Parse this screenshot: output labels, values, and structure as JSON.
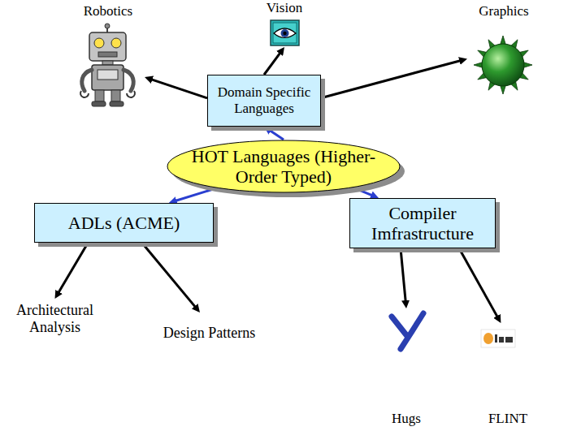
{
  "diagram": {
    "nodes": [
      {
        "text": [
          "Robotics"
        ]
      },
      {
        "text": [
          "Vision"
        ]
      },
      {
        "text": [
          "Graphics"
        ]
      },
      {
        "text": [
          "Domain Specific Languages"
        ]
      },
      {
        "text": [
          "HOT Languages (Higher-Order Typed)"
        ]
      },
      {
        "text": [
          "ADLs (ACME)"
        ]
      },
      {
        "text": [
          "Compiler Imfrastructure"
        ]
      },
      {
        "text": [
          "Architectural Analysis"
        ]
      },
      {
        "text": [
          "Design Patterns"
        ]
      },
      {
        "text": [
          "Hugs"
        ]
      },
      {
        "text": [
          "FLINT"
        ]
      }
    ],
    "edges": [
      {
        "from": 4,
        "to": 3,
        "arrow": "to"
      },
      {
        "from": 4,
        "to": 5,
        "arrow": "to"
      },
      {
        "from": 4,
        "to": 6,
        "arrow": "to"
      },
      {
        "from": 3,
        "to": 0,
        "arrow": "to"
      },
      {
        "from": 3,
        "to": 1,
        "arrow": "to"
      },
      {
        "from": 3,
        "to": 2,
        "arrow": "to"
      },
      {
        "from": 5,
        "to": 7,
        "arrow": "to"
      },
      {
        "from": 5,
        "to": 8,
        "arrow": "to"
      },
      {
        "from": 6,
        "to": 9,
        "arrow": "to"
      },
      {
        "from": 6,
        "to": 10,
        "arrow": "to"
      }
    ]
  }
}
